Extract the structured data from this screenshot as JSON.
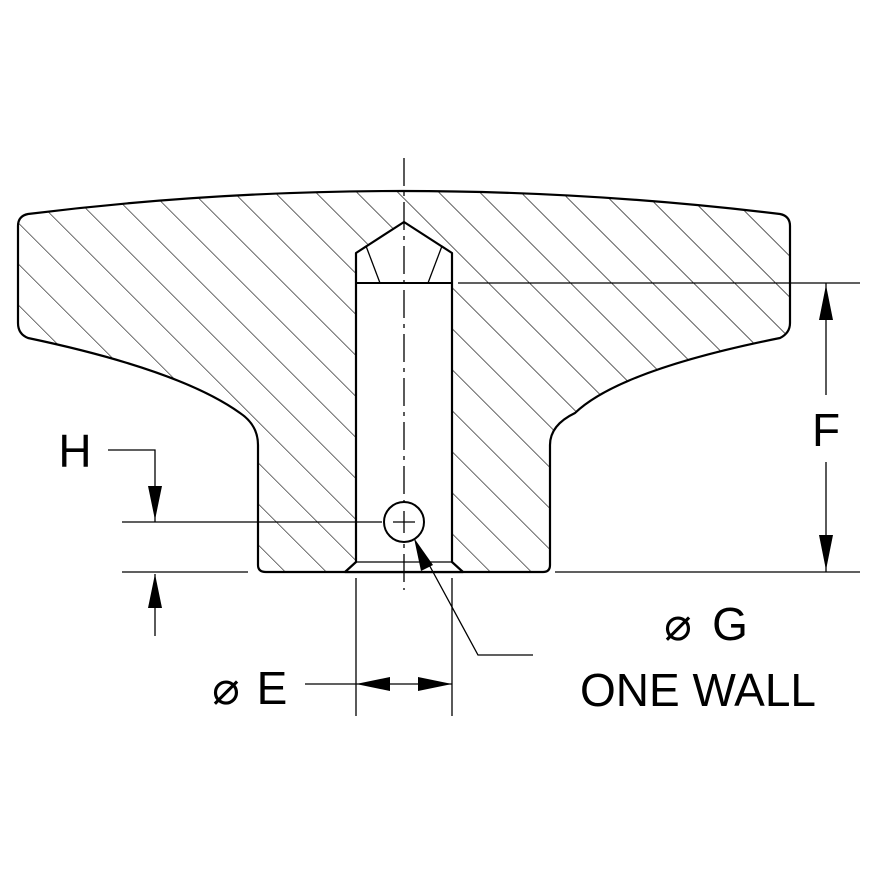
{
  "drawing": {
    "dimensions": {
      "F": "F",
      "H": "H",
      "E_symbol": "⌀",
      "E": "E",
      "G_symbol": "⌀",
      "G": "G",
      "G_note": "ONE WALL"
    }
  }
}
